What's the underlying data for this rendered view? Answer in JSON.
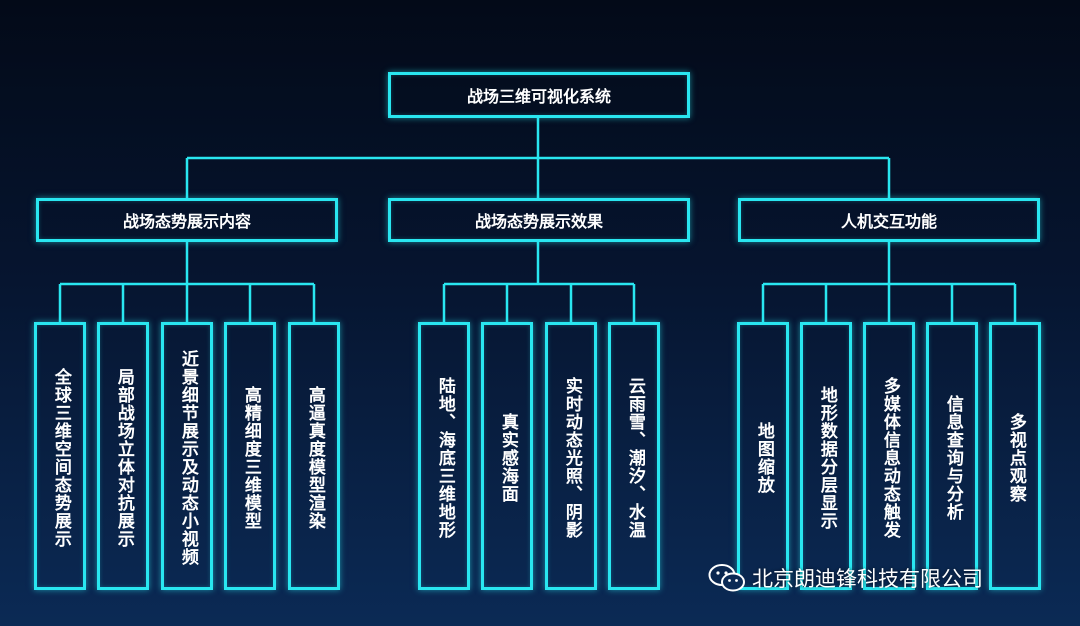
{
  "root": {
    "label": "战场三维可视化系统"
  },
  "groups": [
    {
      "label": "战场态势展示内容",
      "items": [
        "全球三维空间态势展示",
        "局部战场立体对抗展示",
        "近景细节展示及动态小视频",
        "高精细度三维模型",
        "高逼真度模型渲染"
      ]
    },
    {
      "label": "战场态势展示效果",
      "items": [
        "陆地、海底三维地形",
        "真实感海面",
        "实时动态光照、阴影",
        "云雨雪、潮汐、水温"
      ]
    },
    {
      "label": "人机交互功能",
      "items": [
        "地图缩放",
        "地形数据分层显示",
        "多媒体信息动态触发",
        "信息查询与分析",
        "多视点观察"
      ]
    }
  ],
  "watermark": {
    "text": "北京朗迪锋科技有限公司",
    "icon": "wechat-icon"
  },
  "colors": {
    "line": "#29e6f0",
    "text": "#ffffff"
  }
}
